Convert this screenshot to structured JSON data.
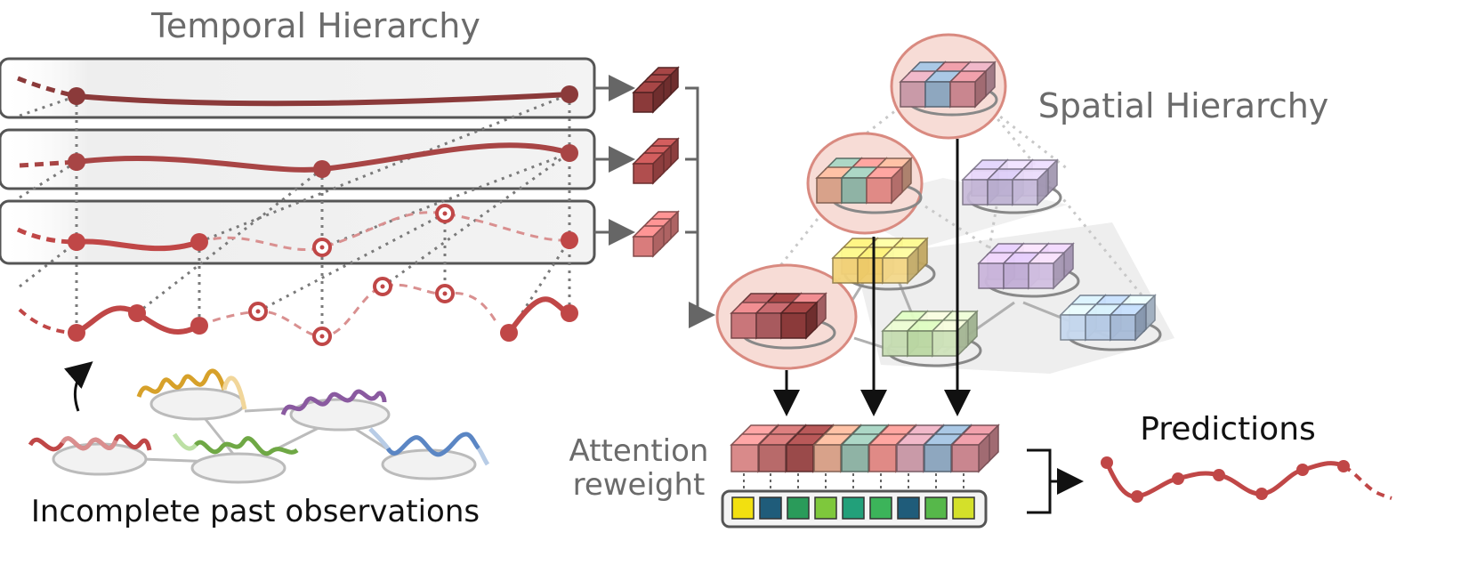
{
  "labels": {
    "temporal_title": "Temporal Hierarchy",
    "spatial_title": "Spatial Hierarchy",
    "attention_line1": "Attention",
    "attention_line2": "reweight",
    "predictions": "Predictions",
    "observations": "Incomplete past observations"
  },
  "colors": {
    "series_dark": "#8b3a3a",
    "series_mid": "#a84545",
    "series_light": "#c05050",
    "series_dashed": "#d99090",
    "node_fill": "#c04747",
    "box_stroke": "#555555",
    "arrow": "#666666",
    "title_gray": "#6b6b6b",
    "dotted": "#7a7a7a",
    "highlight_ring": "#d98a80",
    "highlight_fill": "#f7dcd6",
    "observation_wave_colors": [
      "#c04747",
      "#d7a12a",
      "#8a5aa0",
      "#6fa845",
      "#5b86c4"
    ],
    "weight_cells": [
      "#f2e010",
      "#1f5c7a",
      "#2a9b5a",
      "#7ec83c",
      "#22a07a",
      "#3cb45a",
      "#1f5c7a",
      "#56b84a",
      "#d4e02a"
    ]
  }
}
